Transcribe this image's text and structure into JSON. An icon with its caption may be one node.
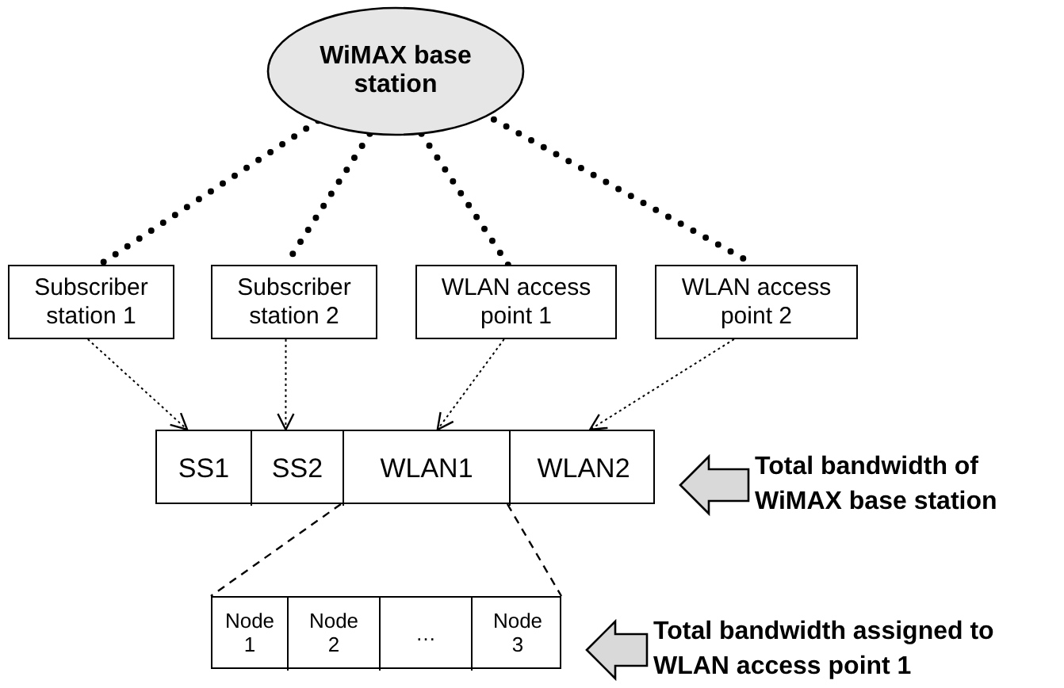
{
  "diagram": {
    "nodes": [
      {
        "text": [
          "WiMAX base station"
        ]
      },
      {
        "text": [
          "Subscriber station 1"
        ]
      },
      {
        "text": [
          "Subscriber station 2"
        ]
      },
      {
        "text": [
          "WLAN access point 1"
        ]
      },
      {
        "text": [
          "WLAN access point 2"
        ]
      },
      {
        "text": [],
        "shape": "bar"
      },
      {
        "text": [
          "SS1"
        ],
        "in": 5
      },
      {
        "text": [
          "SS2"
        ],
        "in": 5
      },
      {
        "text": [
          "WLAN1"
        ],
        "in": 5
      },
      {
        "text": [
          "WLAN2"
        ],
        "in": 5
      },
      {
        "text": [],
        "shape": "bar"
      },
      {
        "text": [
          "Node 1"
        ],
        "in": 10
      },
      {
        "text": [
          "Node 2"
        ],
        "in": 10
      },
      {
        "text": [
          "…"
        ],
        "in": 10
      },
      {
        "text": [
          "Node 3"
        ],
        "in": 10
      },
      {
        "text": [
          "Total bandwidth of WiMAX base station"
        ]
      },
      {
        "text": [
          "Total bandwidth assigned to WLAN access point 1"
        ]
      }
    ],
    "edges": [
      {
        "from": 0,
        "to": 1,
        "arrow": "none",
        "style": "dashed"
      },
      {
        "from": 0,
        "to": 2,
        "arrow": "none",
        "style": "dashed"
      },
      {
        "from": 0,
        "to": 3,
        "arrow": "none",
        "style": "dashed"
      },
      {
        "from": 0,
        "to": 4,
        "arrow": "none",
        "style": "dashed"
      },
      {
        "from": 1,
        "to": 6,
        "arrow": "to"
      },
      {
        "from": 2,
        "to": 7,
        "arrow": "to"
      },
      {
        "from": 3,
        "to": 8,
        "arrow": "to"
      },
      {
        "from": 4,
        "to": 9,
        "arrow": "to"
      },
      {
        "from": 8,
        "to": 10,
        "arrow": "none",
        "style": "dashed"
      },
      {
        "from": 8,
        "to": 10,
        "arrow": "none",
        "style": "dashed"
      },
      {
        "from": 15,
        "to": 5,
        "arrow": "to",
        "style": "thick",
        "color": "#d9d9d9"
      },
      {
        "from": 16,
        "to": 10,
        "arrow": "to",
        "style": "thick",
        "color": "#d9d9d9"
      }
    ]
  }
}
